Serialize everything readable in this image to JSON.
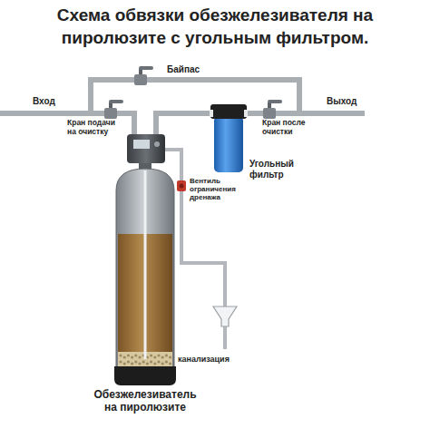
{
  "diagram": {
    "title": "Схема обвязки обезжелезивателя на пиролюзите с угольным фильтром.",
    "nodes": [
      {
        "text": [
          "Обезжелезиватель на пиролюзите"
        ]
      },
      {
        "text": [
          "Угольный фильтр"
        ]
      }
    ],
    "edges": [
      {
        "from": 0,
        "to": 1,
        "arrow": "none"
      }
    ],
    "labels": [
      "Байпас",
      "Вход",
      "Выход",
      "Кран подачи на очистку",
      "Кран после очистки",
      "Вентиль ограничения дренажа",
      "канализация"
    ]
  }
}
